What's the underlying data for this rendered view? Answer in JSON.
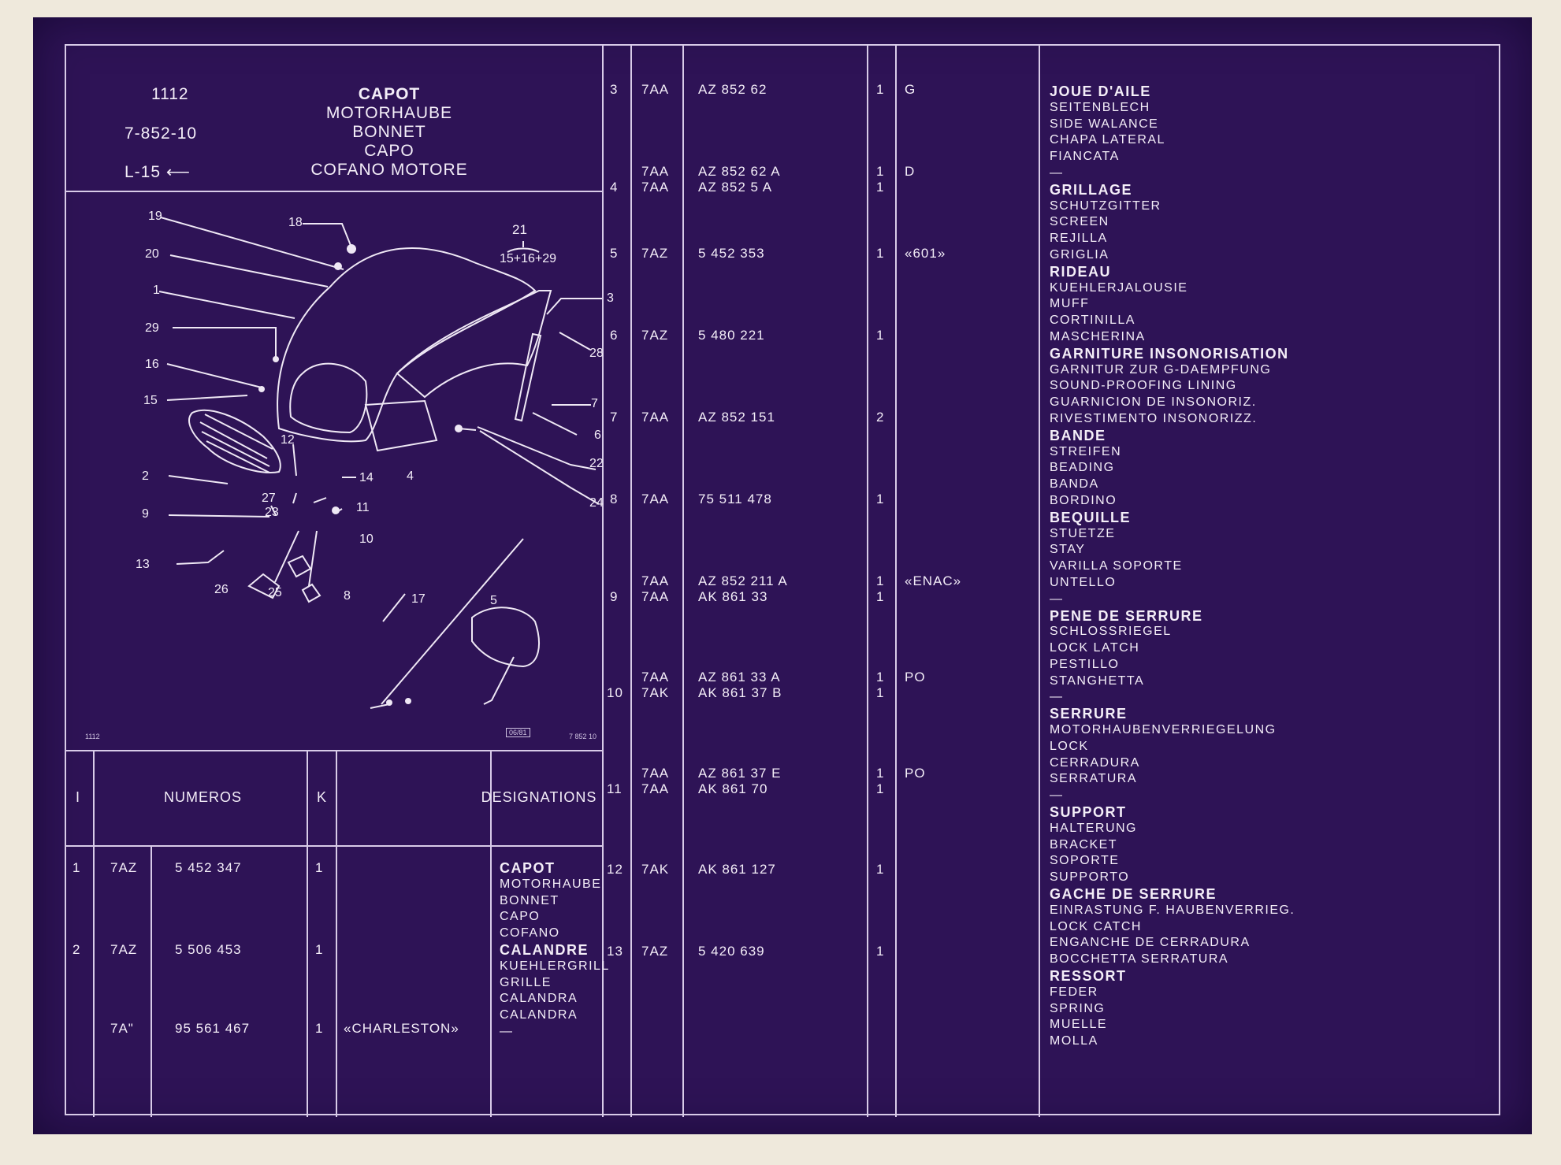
{
  "header": {
    "plate_number": "1112",
    "plate_code": "7-852-10",
    "reference": "L-15",
    "titles": [
      "CAPOT",
      "MOTORHAUBE",
      "BONNET",
      "CAPO",
      "COFANO MOTORE"
    ]
  },
  "diagram": {
    "kit_label": "21",
    "kit_components": "15+16+29",
    "date_stamp": "06/81",
    "plate_ref_small": "7 852 10",
    "plate_num_small": "1112",
    "callouts": [
      "19",
      "18",
      "20",
      "1",
      "29",
      "16",
      "15",
      "2",
      "12",
      "14",
      "27",
      "23",
      "11",
      "9",
      "10",
      "13",
      "26",
      "25",
      "8",
      "17",
      "5",
      "4",
      "3",
      "28",
      "7",
      "6",
      "22",
      "24"
    ]
  },
  "table_header": {
    "col_index": "I",
    "col_numbers": "NUMEROS",
    "col_k": "K",
    "col_designations": "DESIGNATIONS"
  },
  "left_rows": [
    {
      "index": "1",
      "prefix": "7AZ",
      "number": "5 452 347",
      "qty": "1",
      "note": ""
    },
    {
      "index": "2",
      "prefix": "7AZ",
      "number": "5 506 453",
      "qty": "1",
      "note": ""
    },
    {
      "index": "",
      "prefix": "7A\"",
      "number": "95 561 467",
      "qty": "1",
      "note": "«CHARLESTON»"
    }
  ],
  "left_desc": [
    {
      "text": "CAPOT",
      "title": true
    },
    {
      "text": "MOTORHAUBE",
      "title": false
    },
    {
      "text": "BONNET",
      "title": false
    },
    {
      "text": "CAPO",
      "title": false
    },
    {
      "text": "COFANO",
      "title": false
    },
    {
      "text": "CALANDRE",
      "title": true
    },
    {
      "text": "KUEHLERGRILL",
      "title": false
    },
    {
      "text": "GRILLE",
      "title": false
    },
    {
      "text": "CALANDRA",
      "title": false
    },
    {
      "text": "CALANDRA",
      "title": false
    },
    {
      "text": "—",
      "title": false
    }
  ],
  "right_rows": [
    {
      "index": "3",
      "lines": [
        {
          "prefix": "7AA",
          "number": "AZ 852 62",
          "qty": "1"
        }
      ],
      "note": "G"
    },
    {
      "index": "4",
      "lines": [
        {
          "prefix": "7AA",
          "number": "AZ 852 62 A",
          "qty": "1"
        },
        {
          "prefix": "7AA",
          "number": "AZ 852 5 A",
          "qty": "1"
        }
      ],
      "note": "D"
    },
    {
      "index": "5",
      "lines": [
        {
          "prefix": "7AZ",
          "number": "5 452 353",
          "qty": "1"
        }
      ],
      "note": "«601»"
    },
    {
      "index": "6",
      "lines": [
        {
          "prefix": "7AZ",
          "number": "5 480 221",
          "qty": "1"
        }
      ],
      "note": ""
    },
    {
      "index": "7",
      "lines": [
        {
          "prefix": "7AA",
          "number": "AZ 852 151",
          "qty": "2"
        }
      ],
      "note": ""
    },
    {
      "index": "8",
      "lines": [
        {
          "prefix": "7AA",
          "number": "75 511 478",
          "qty": "1"
        }
      ],
      "note": ""
    },
    {
      "index": "9",
      "lines": [
        {
          "prefix": "7AA",
          "number": "AZ 852 211 A",
          "qty": "1"
        },
        {
          "prefix": "7AA",
          "number": "AK 861 33",
          "qty": "1"
        }
      ],
      "note": "«ENAC»"
    },
    {
      "index": "10",
      "lines": [
        {
          "prefix": "7AA",
          "number": "AZ 861 33 A",
          "qty": "1"
        },
        {
          "prefix": "7AK",
          "number": "AK 861 37 B",
          "qty": "1"
        }
      ],
      "note": "PO"
    },
    {
      "index": "11",
      "lines": [
        {
          "prefix": "7AA",
          "number": "AZ 861 37 E",
          "qty": "1"
        },
        {
          "prefix": "7AA",
          "number": "AK 861 70",
          "qty": "1"
        }
      ],
      "note": "PO"
    },
    {
      "index": "12",
      "lines": [
        {
          "prefix": "7AK",
          "number": "AK 861 127",
          "qty": "1"
        }
      ],
      "note": ""
    },
    {
      "index": "13",
      "lines": [
        {
          "prefix": "7AZ",
          "number": "5 420 639",
          "qty": "1"
        }
      ],
      "note": ""
    }
  ],
  "right_desc": [
    {
      "text": "JOUE D'AILE",
      "title": true
    },
    {
      "text": "SEITENBLECH",
      "title": false
    },
    {
      "text": "SIDE WALANCE",
      "title": false
    },
    {
      "text": "CHAPA LATERAL",
      "title": false
    },
    {
      "text": "FIANCATA",
      "title": false
    },
    {
      "text": "—",
      "title": false
    },
    {
      "text": "GRILLAGE",
      "title": true
    },
    {
      "text": "SCHUTZGITTER",
      "title": false
    },
    {
      "text": "SCREEN",
      "title": false
    },
    {
      "text": "REJILLA",
      "title": false
    },
    {
      "text": "GRIGLIA",
      "title": false
    },
    {
      "text": "RIDEAU",
      "title": true
    },
    {
      "text": "KUEHLERJALOUSIE",
      "title": false
    },
    {
      "text": "MUFF",
      "title": false
    },
    {
      "text": "CORTINILLA",
      "title": false
    },
    {
      "text": "MASCHERINA",
      "title": false
    },
    {
      "text": "GARNITURE INSONORISATION",
      "title": true
    },
    {
      "text": "GARNITUR ZUR G-DAEMPFUNG",
      "title": false
    },
    {
      "text": "SOUND-PROOFING LINING",
      "title": false
    },
    {
      "text": "GUARNICION DE INSONORIZ.",
      "title": false
    },
    {
      "text": "RIVESTIMENTO INSONORIZZ.",
      "title": false
    },
    {
      "text": "BANDE",
      "title": true
    },
    {
      "text": "STREIFEN",
      "title": false
    },
    {
      "text": "BEADING",
      "title": false
    },
    {
      "text": "BANDA",
      "title": false
    },
    {
      "text": "BORDINO",
      "title": false
    },
    {
      "text": "BEQUILLE",
      "title": true
    },
    {
      "text": "STUETZE",
      "title": false
    },
    {
      "text": "STAY",
      "title": false
    },
    {
      "text": "VARILLA SOPORTE",
      "title": false
    },
    {
      "text": "UNTELLO",
      "title": false
    },
    {
      "text": "—",
      "title": false
    },
    {
      "text": "PENE DE SERRURE",
      "title": true
    },
    {
      "text": "SCHLOSSRIEGEL",
      "title": false
    },
    {
      "text": "LOCK LATCH",
      "title": false
    },
    {
      "text": "PESTILLO",
      "title": false
    },
    {
      "text": "STANGHETTA",
      "title": false
    },
    {
      "text": "—",
      "title": false
    },
    {
      "text": "SERRURE",
      "title": true
    },
    {
      "text": "MOTORHAUBENVERRIEGELUNG",
      "title": false
    },
    {
      "text": "LOCK",
      "title": false
    },
    {
      "text": "CERRADURA",
      "title": false
    },
    {
      "text": "SERRATURA",
      "title": false
    },
    {
      "text": "—",
      "title": false
    },
    {
      "text": "SUPPORT",
      "title": true
    },
    {
      "text": "HALTERUNG",
      "title": false
    },
    {
      "text": "BRACKET",
      "title": false
    },
    {
      "text": "SOPORTE",
      "title": false
    },
    {
      "text": "SUPPORTO",
      "title": false
    },
    {
      "text": "GACHE DE SERRURE",
      "title": true
    },
    {
      "text": "EINRASTUNG F. HAUBENVERRIEG.",
      "title": false
    },
    {
      "text": "LOCK CATCH",
      "title": false
    },
    {
      "text": "ENGANCHE DE CERRADURA",
      "title": false
    },
    {
      "text": "BOCCHETTA SERRATURA",
      "title": false
    },
    {
      "text": "RESSORT",
      "title": true
    },
    {
      "text": "FEDER",
      "title": false
    },
    {
      "text": "SPRING",
      "title": false
    },
    {
      "text": "MUELLE",
      "title": false
    },
    {
      "text": "MOLLA",
      "title": false
    }
  ]
}
